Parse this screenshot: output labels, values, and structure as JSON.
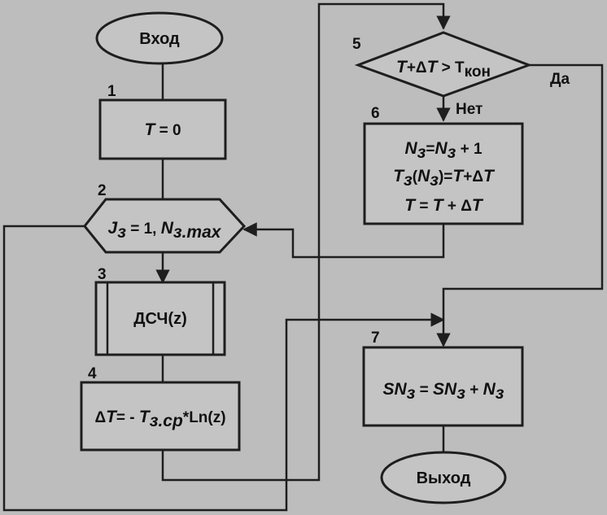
{
  "blocks": {
    "start": {
      "label": "Вход"
    },
    "b1": {
      "num": "1",
      "var": "T",
      "rest": " = 0"
    },
    "b2": {
      "num": "2",
      "j": "J",
      "jsub": "з",
      "mid": " = 1, ",
      "n": "N",
      "nsub": "з.max"
    },
    "b3": {
      "num": "3",
      "label": "ДСЧ(z)"
    },
    "b4": {
      "num": "4",
      "delta": "Δ",
      "t1": "T",
      "eq": "= - ",
      "t2": "T",
      "t2sub": "з.ср",
      "tail": "*Ln(z)"
    },
    "b5": {
      "num": "5",
      "t": "T",
      "plus": "+Δ",
      "t2": "T",
      "gt": " > T",
      "sub": "кон",
      "yes": "Да",
      "no": "Нет"
    },
    "b6": {
      "num": "6",
      "l1": {
        "n1": "N",
        "s1": "з",
        "eq": "=",
        "n2": "N",
        "s2": "з",
        "tail": " + 1"
      },
      "l2": {
        "t": "T",
        "s": "з",
        "open": "(",
        "n": "N",
        "ns": "з",
        "close": ")=",
        "t2": "T",
        "plus": "+Δ",
        "t3": "T"
      },
      "l3": {
        "t": "T",
        "mid": " = ",
        "t2": "T",
        "plus": " + Δ",
        "t3": "T"
      }
    },
    "b7": {
      "num": "7",
      "a": "SN",
      "as": "з",
      "eq": " = ",
      "b": "SN",
      "bs": "з",
      "plus": " + ",
      "c": "N",
      "cs": "з"
    },
    "end": {
      "label": "Выход"
    }
  }
}
